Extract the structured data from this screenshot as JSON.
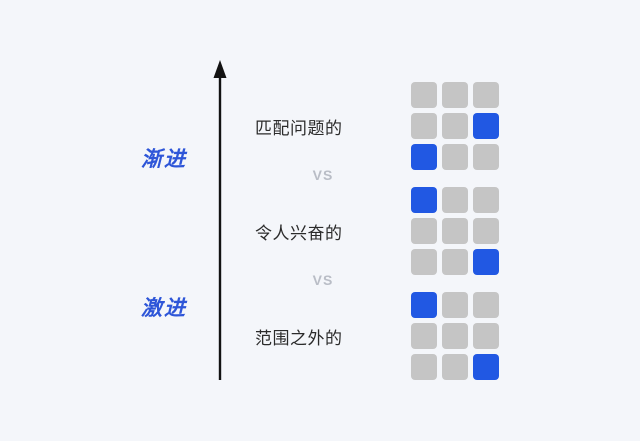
{
  "background_color": "#f4f6fa",
  "accent_color": "#2158e3",
  "axis": {
    "icon": "up-arrow-icon",
    "color": "#1b1b1b",
    "top_label": "渐进",
    "bottom_label": "激进",
    "label_color": "#2e56d8"
  },
  "separators": [
    {
      "label": "VS"
    },
    {
      "label": "VS"
    }
  ],
  "rows": [
    {
      "text": "匹配问题的",
      "grid": {
        "rows": 3,
        "cols": 3,
        "on_color": "#2158e3",
        "off_color": "#c5c5c5",
        "cells": [
          [
            0,
            0,
            0
          ],
          [
            0,
            0,
            1
          ],
          [
            1,
            0,
            0
          ]
        ]
      }
    },
    {
      "text": "令人兴奋的",
      "grid": {
        "rows": 3,
        "cols": 3,
        "on_color": "#2158e3",
        "off_color": "#c5c5c5",
        "cells": [
          [
            1,
            0,
            0
          ],
          [
            0,
            0,
            0
          ],
          [
            0,
            0,
            1
          ]
        ]
      }
    },
    {
      "text": "范围之外的",
      "grid": {
        "rows": 3,
        "cols": 3,
        "on_color": "#2158e3",
        "off_color": "#c5c5c5",
        "cells": [
          [
            1,
            0,
            0
          ],
          [
            0,
            0,
            0
          ],
          [
            0,
            0,
            1
          ]
        ]
      }
    }
  ]
}
